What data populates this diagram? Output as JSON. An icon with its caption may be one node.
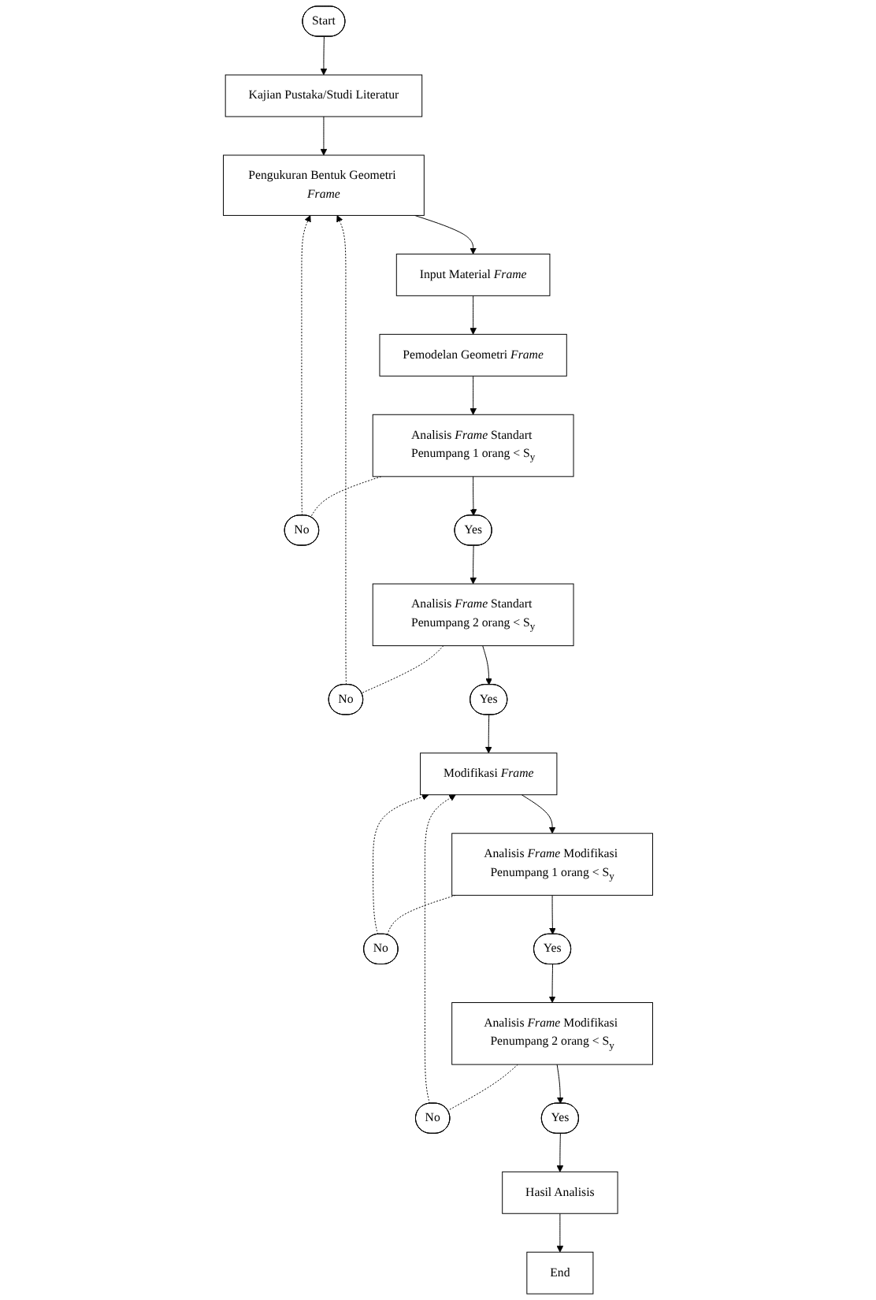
{
  "diagram": {
    "nodes": [
      {
        "text": [
          "Start"
        ]
      },
      {
        "text": [
          "Kajian Pustaka/Studi Literatur"
        ]
      },
      {
        "text": [
          "Pengukuran Bentuk Geometri *Frame*"
        ]
      },
      {
        "text": [
          "Input Material *Frame*"
        ]
      },
      {
        "text": [
          "Pemodelan Geometri *Frame*"
        ]
      },
      {
        "text": [
          "Analisis *Frame* Standart Penumpang 1 orang < S$_{y}$"
        ]
      },
      {
        "text": [
          "No"
        ]
      },
      {
        "text": [
          "Yes"
        ]
      },
      {
        "text": [
          "Analisis *Frame* Standart Penumpang 2 orang < S$_{y}$"
        ]
      },
      {
        "text": [
          "No"
        ]
      },
      {
        "text": [
          "Yes"
        ]
      },
      {
        "text": [
          "Modifikasi *Frame*"
        ]
      },
      {
        "text": [
          "Analisis *Frame* Modifikasi Penumpang 1 orang < S$_{y}$"
        ]
      },
      {
        "text": [
          "No"
        ]
      },
      {
        "text": [
          "Yes"
        ]
      },
      {
        "text": [
          "Analisis *Frame* Modifikasi Penumpang 2 orang < S$_{y}$"
        ]
      },
      {
        "text": [
          "No"
        ]
      },
      {
        "text": [
          "Yes"
        ]
      },
      {
        "text": [
          "Hasil Analisis"
        ]
      },
      {
        "text": [
          "End"
        ]
      }
    ],
    "edges": [
      {
        "from": 0,
        "to": 1,
        "arrow": "to"
      },
      {
        "from": 1,
        "to": 2,
        "arrow": "to"
      },
      {
        "from": 2,
        "to": 3,
        "arrow": "to"
      },
      {
        "from": 3,
        "to": 4,
        "arrow": "to"
      },
      {
        "from": 4,
        "to": 5,
        "arrow": "to"
      },
      {
        "from": 5,
        "to": 6,
        "arrow": "none",
        "style": "dashed"
      },
      {
        "from": 6,
        "to": 2,
        "arrow": "to",
        "style": "dashed"
      },
      {
        "from": 5,
        "to": 7,
        "arrow": "to"
      },
      {
        "from": 7,
        "to": 8,
        "arrow": "to"
      },
      {
        "from": 8,
        "to": 9,
        "arrow": "none",
        "style": "dashed"
      },
      {
        "from": 9,
        "to": 2,
        "arrow": "to",
        "style": "dashed"
      },
      {
        "from": 8,
        "to": 10,
        "arrow": "to"
      },
      {
        "from": 10,
        "to": 11,
        "arrow": "to"
      },
      {
        "from": 11,
        "to": 12,
        "arrow": "to"
      },
      {
        "from": 12,
        "to": 13,
        "arrow": "none",
        "style": "dashed"
      },
      {
        "from": 13,
        "to": 11,
        "arrow": "to",
        "style": "dashed"
      },
      {
        "from": 12,
        "to": 14,
        "arrow": "to"
      },
      {
        "from": 14,
        "to": 15,
        "arrow": "to"
      },
      {
        "from": 15,
        "to": 16,
        "arrow": "none",
        "style": "dashed"
      },
      {
        "from": 16,
        "to": 11,
        "arrow": "to",
        "style": "dashed"
      },
      {
        "from": 15,
        "to": 17,
        "arrow": "to"
      },
      {
        "from": 17,
        "to": 18,
        "arrow": "to"
      },
      {
        "from": 18,
        "to": 19,
        "arrow": "to"
      }
    ]
  }
}
